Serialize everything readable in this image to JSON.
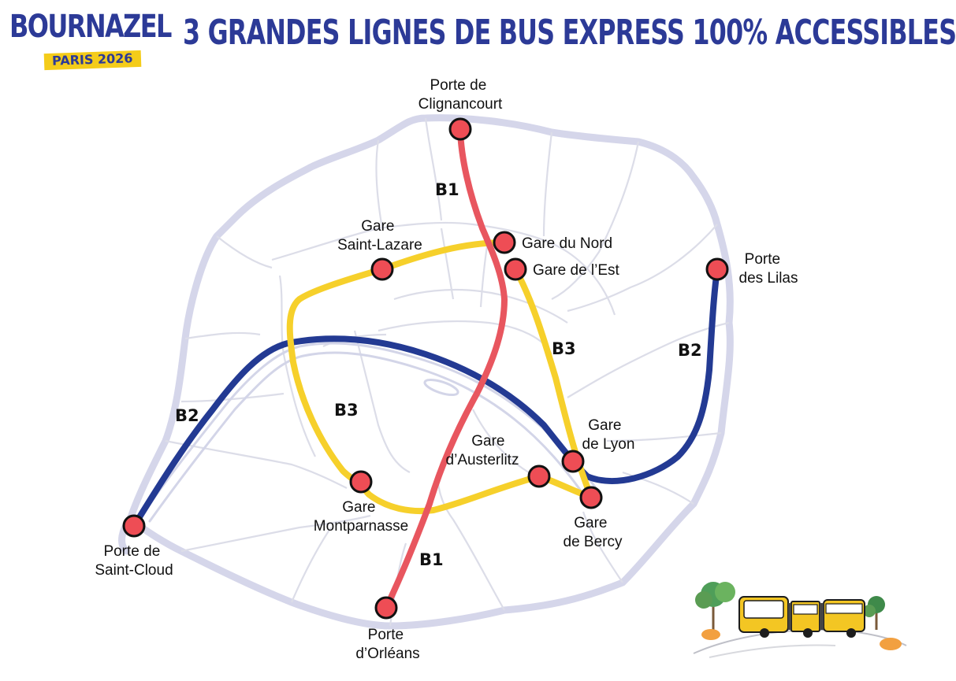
{
  "logo": {
    "name": "BOURNAZEL",
    "tagline": "PARIS 2026"
  },
  "headline": "3 GRANDES LIGNES DE BUS EXPRESS 100% ACCESSIBLES",
  "lines": [
    {
      "id": "B1",
      "label": "B1",
      "color": "#e8565f",
      "stops": [
        "Porte de Clignancourt",
        "Gare du Nord",
        "Gare de l’Est",
        "Porte d’Orléans"
      ]
    },
    {
      "id": "B2",
      "label": "B2",
      "color": "#233a93",
      "stops": [
        "Porte de Saint-Cloud",
        "Gare de Lyon",
        "Porte des Lilas"
      ]
    },
    {
      "id": "B3",
      "label": "B3",
      "color": "#f6d02b",
      "stops": [
        "Gare Saint-Lazare",
        "Gare du Nord",
        "Gare de l’Est",
        "Gare de Lyon",
        "Gare de Bercy",
        "Gare d’Austerlitz",
        "Gare Montparnasse"
      ]
    }
  ],
  "stations": {
    "clignancourt": [
      "Porte de",
      "Clignancourt"
    ],
    "gare_du_nord": [
      "Gare du Nord"
    ],
    "gare_de_l_est": [
      "Gare de l’Est"
    ],
    "saint_lazare": [
      "Gare",
      "Saint-Lazare"
    ],
    "lilas": [
      "Porte",
      "des Lilas"
    ],
    "saint_cloud": [
      "Porte de",
      "Saint-Cloud"
    ],
    "gare_de_lyon": [
      "Gare",
      "de Lyon"
    ],
    "austerlitz": [
      "Gare",
      "d’Austerlitz"
    ],
    "bercy": [
      "Gare",
      "de Bercy"
    ],
    "montparnasse": [
      "Gare",
      "Montparnasse"
    ],
    "orleans": [
      "Porte",
      "d’Orléans"
    ]
  },
  "colors": {
    "brand": "#2c3a97",
    "accent": "#f4cc1a",
    "station_fill": "#ee4d55",
    "boundary": "#cfd2e6"
  },
  "illustration": {
    "icon": "articulated-bus-icon"
  }
}
